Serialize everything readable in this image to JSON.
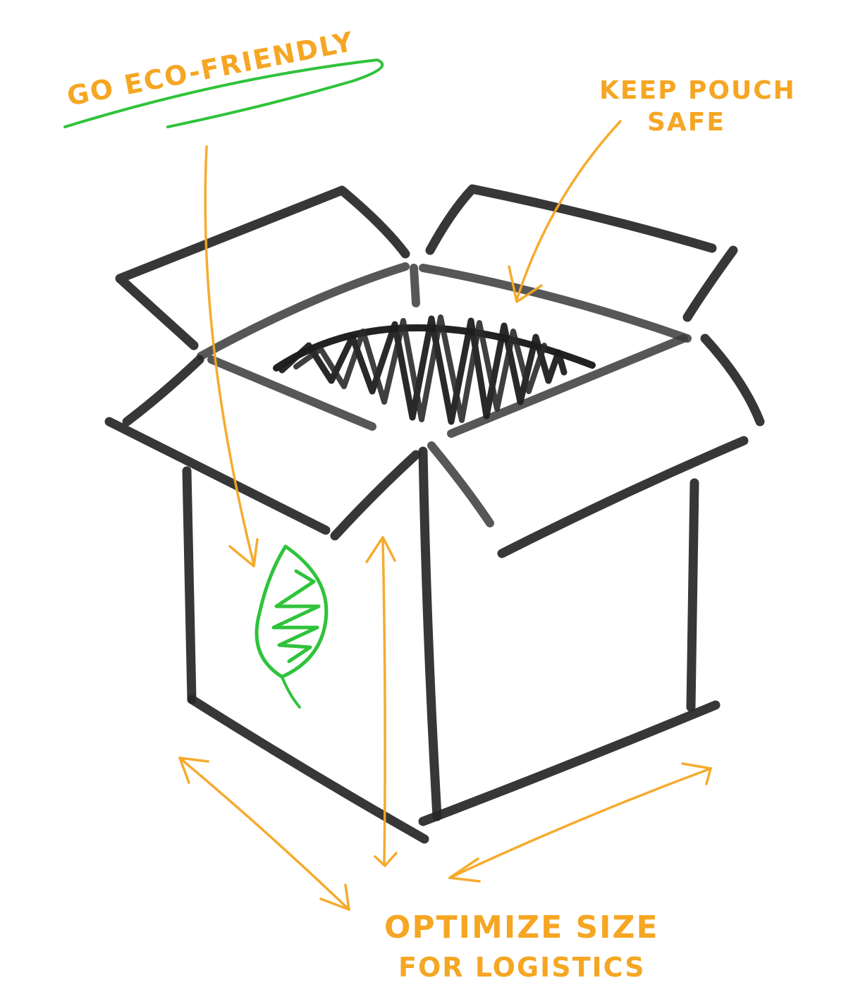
{
  "labels": {
    "eco": "GO ECO-FRIENDLY",
    "pouch_line1": "KEEP POUCH",
    "pouch_line2": "SAFE",
    "size_line1": "OPTIMIZE SIZE",
    "size_line2": "FOR LOGISTICS"
  },
  "colors": {
    "annotation": "#f5a623",
    "eco_green": "#2fc33b",
    "box_ink": "#262626",
    "background": "#ffffff"
  },
  "icons": {
    "leaf": "leaf-icon",
    "box": "open-box-illustration"
  }
}
